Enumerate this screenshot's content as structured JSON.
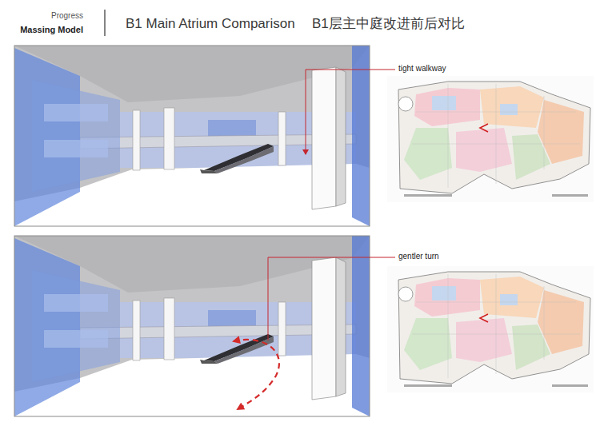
{
  "diagram": {
    "title": "B1 Main Atrium Comparison",
    "labels": [
      "Progress",
      "Massing Model",
      "B1层主中庭改进前后对比",
      "tight walkway",
      "gentler turn"
    ]
  }
}
